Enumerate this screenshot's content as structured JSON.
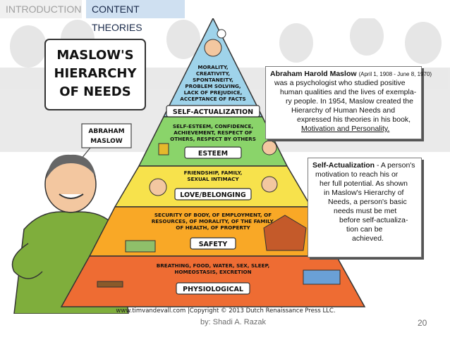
{
  "tabs": [
    "INTRODUCTION",
    "CONTENT THEORIES"
  ],
  "title": [
    "MASLOW'S",
    "HIERARCHY",
    "OF NEEDS"
  ],
  "person_label": [
    "ABRAHAM",
    "MASLOW"
  ],
  "levels": [
    {
      "name": "SELF-ACTUALIZATION",
      "desc": [
        "MORALITY,",
        "CREATIVITY,",
        "SPONTANEITY,",
        "PROBLEM SOLVING,",
        "LACK OF PREJUDICE,",
        "ACCEPTANCE OF FACTS"
      ],
      "color": "#9fd3ea"
    },
    {
      "name": "ESTEEM",
      "desc": [
        "SELF-ESTEEM, CONFIDENCE,",
        "ACHIEVEMENT, RESPECT OF",
        "OTHERS, RESPECT BY OTHERS"
      ],
      "color": "#8ad46a"
    },
    {
      "name": "LOVE/BELONGING",
      "desc": [
        "FRIENDSHIP, FAMILY,",
        "SEXUAL INTIMACY"
      ],
      "color": "#f7e24c"
    },
    {
      "name": "SAFETY",
      "desc": [
        "SECURITY OF BODY, OF EMPLOYMENT, OF",
        "RESOURCES, OF MORALITY, OF THE FAMILY,",
        "OF HEALTH, OF PROPERTY"
      ],
      "color": "#f9a826"
    },
    {
      "name": "PHYSIOLOGICAL",
      "desc": [
        "BREATHING, FOOD, WATER, SEX, SLEEP,",
        "HOMEOSTASIS, EXCRETION"
      ],
      "color": "#ee6c33"
    }
  ],
  "bio": {
    "name": "Abraham Harold Maslow",
    "dates": "(April 1, 1908 - June 8, 1970)",
    "lines": [
      "was a psychologist who studied positive",
      "human qualities and the lives of exempla-",
      "ry people. In 1954, Maslow created the",
      "Hierarchy of Human Needs and",
      "expressed his theories in his book,"
    ],
    "book": "Motivation and Personality."
  },
  "selfact": {
    "term": "Self-Actualization",
    "lines": [
      " - A person's",
      "motivation to reach his or",
      "her full potential. As shown",
      "in Maslow's Hierarchy of",
      "Needs, a person's basic",
      "needs must be met",
      "before self-actualiza-",
      "tion can be",
      "achieved."
    ]
  },
  "copyright": "www.timvandevall.com |Copyright © 2013 Dutch Renaissance Press LLC.",
  "footer": {
    "author": "by: Shadi A. Razak",
    "page": "20"
  }
}
